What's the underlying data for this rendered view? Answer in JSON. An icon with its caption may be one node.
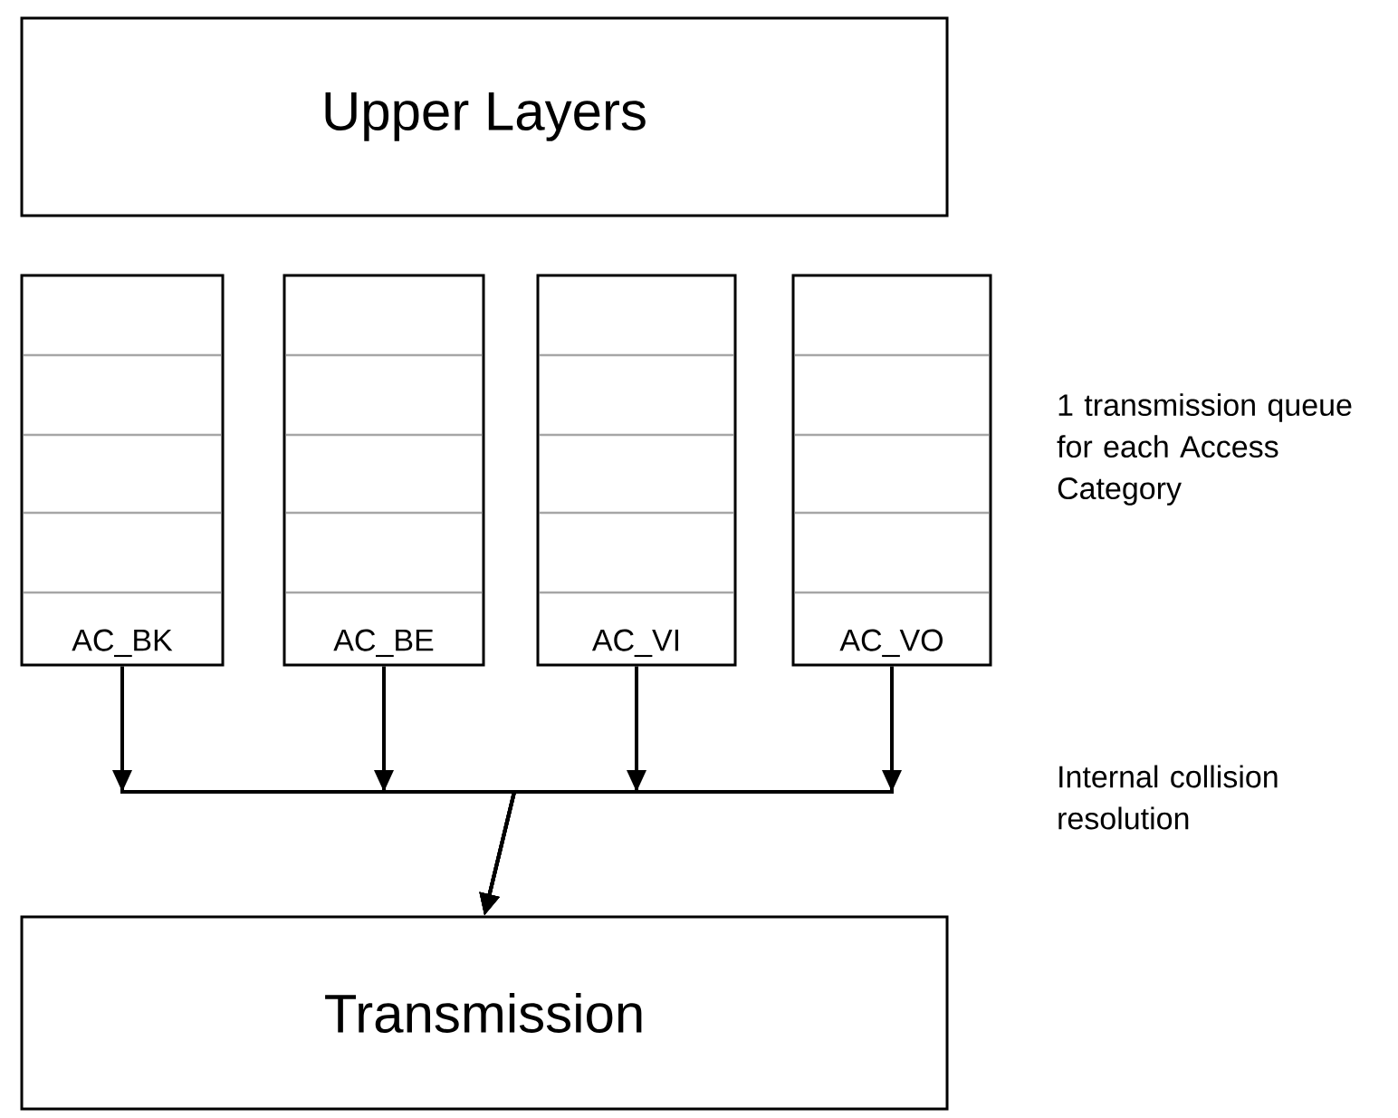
{
  "diagram": {
    "nodes": [
      {
        "text": [
          "Upper Layers"
        ]
      },
      {
        "text": [
          "AC_BK"
        ]
      },
      {
        "text": [
          "AC_BE"
        ]
      },
      {
        "text": [
          "AC_VI"
        ]
      },
      {
        "text": [
          "AC_VO"
        ]
      },
      {
        "text": [
          "Transmission"
        ]
      }
    ],
    "edges": [
      {
        "from": 1,
        "to": 5,
        "arrow": "to"
      },
      {
        "from": 2,
        "to": 5,
        "arrow": "to"
      },
      {
        "from": 3,
        "to": 5,
        "arrow": "to"
      },
      {
        "from": 4,
        "to": 5,
        "arrow": "to"
      }
    ],
    "labels": [
      "1 transmission queue for each Access Category",
      "Internal collision resolution"
    ]
  }
}
